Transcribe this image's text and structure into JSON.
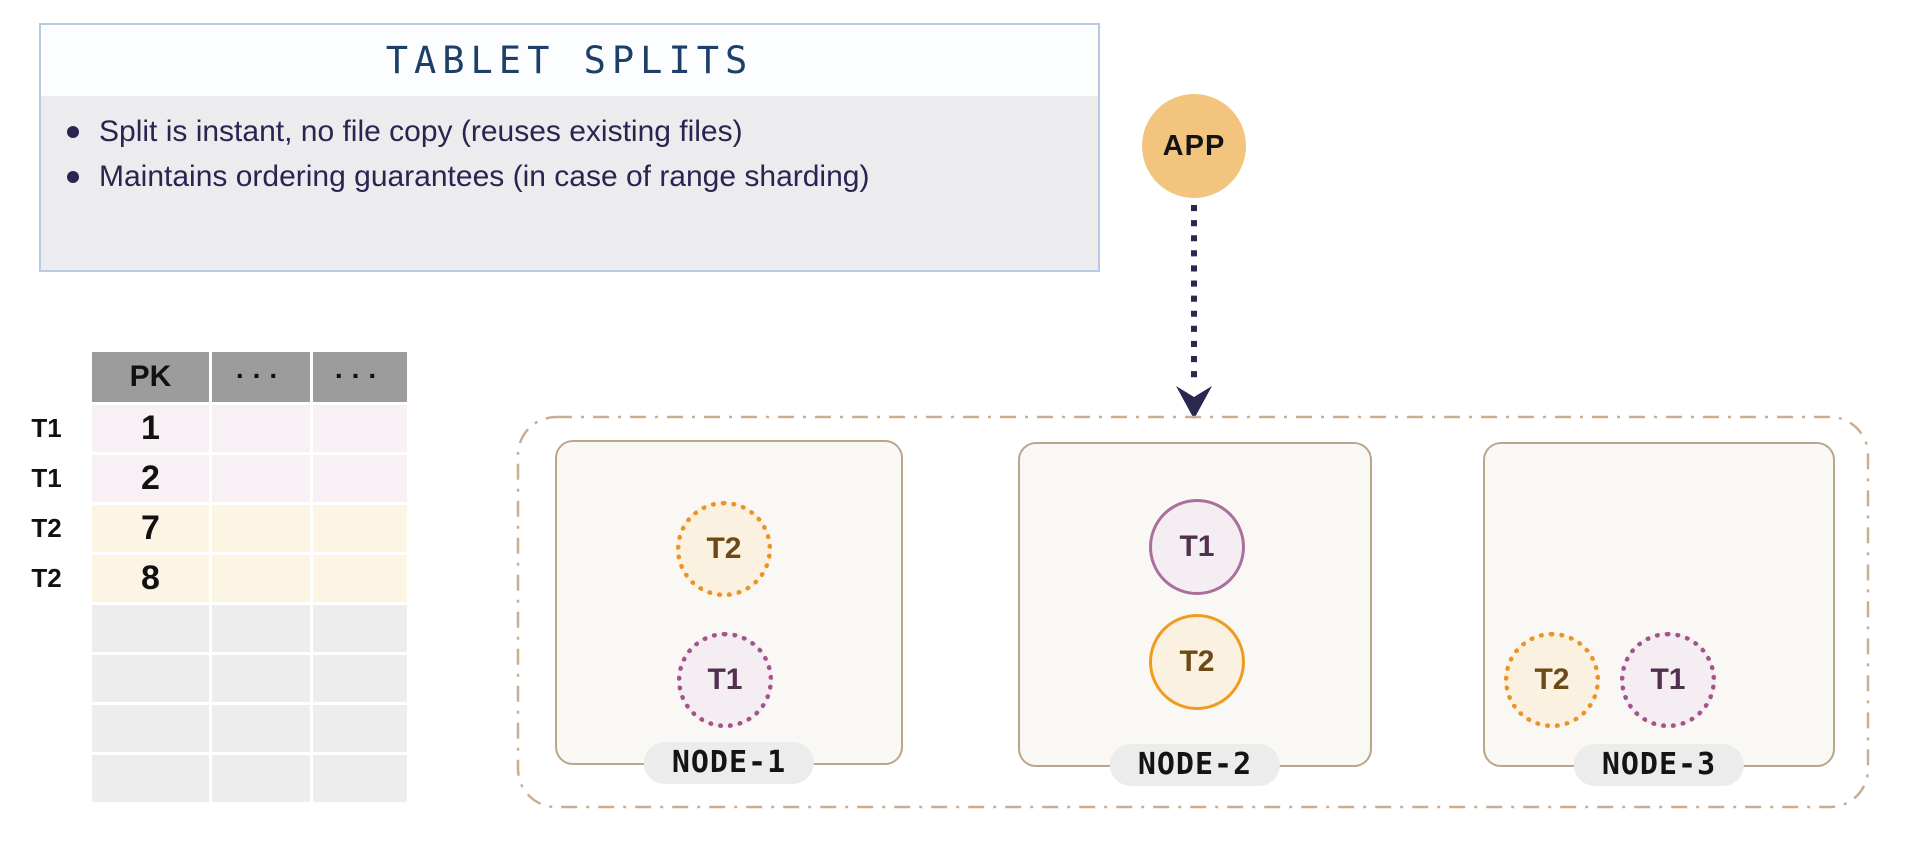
{
  "info_box": {
    "title": "TABLET SPLITS",
    "bullets": [
      "Split is instant, no file copy (reuses existing files)",
      "Maintains ordering guarantees (in case of range sharding)"
    ]
  },
  "app": {
    "label": "APP"
  },
  "pk_table": {
    "headers": [
      "PK",
      "...",
      "..."
    ],
    "rows": [
      {
        "tablet": "T1",
        "pk": "1"
      },
      {
        "tablet": "T1",
        "pk": "2"
      },
      {
        "tablet": "T2",
        "pk": "7"
      },
      {
        "tablet": "T2",
        "pk": "8"
      }
    ],
    "empty_rows": 4
  },
  "cluster": {
    "nodes": [
      {
        "name": "NODE-1",
        "tablets": [
          {
            "label": "T2",
            "variant": "orange-dotted"
          },
          {
            "label": "T1",
            "variant": "purple-dotted"
          }
        ]
      },
      {
        "name": "NODE-2",
        "tablets": [
          {
            "label": "T1",
            "variant": "purple-solid"
          },
          {
            "label": "T2",
            "variant": "orange-solid"
          }
        ]
      },
      {
        "name": "NODE-3",
        "tablets": [
          {
            "label": "T2",
            "variant": "orange-dotted"
          },
          {
            "label": "T1",
            "variant": "purple-dotted"
          }
        ]
      }
    ]
  },
  "colors": {
    "title-blue": "#1E4068",
    "text-indigo": "#2B2350",
    "box-border-blue": "#B5CBE4",
    "box-title-bg": "#FCFDFF",
    "box-body-bg": "#ECECEE",
    "header-gray": "#9C9C9C",
    "row-pink": "#F7F1F5",
    "row-cream": "#FDF5E4",
    "row-gray": "#EDEDED",
    "app-orange": "#F2C47E",
    "arrow-navy": "#2A2750",
    "cluster-border-tan": "#C9AE92",
    "node-bg": "#FAF8F4",
    "node-border": "#BDA58C",
    "pill-gray": "#ECECEC",
    "orange-dot": "#EA9326",
    "orange-solid": "#EF9B1F",
    "purple-dot": "#A4548C",
    "purple-solid": "#AA6F9C",
    "t1-fill": "#F4EDF2",
    "t2-fill": "#FBF1E1",
    "t1-text": "#533050",
    "t2-text": "#6B4A17"
  }
}
